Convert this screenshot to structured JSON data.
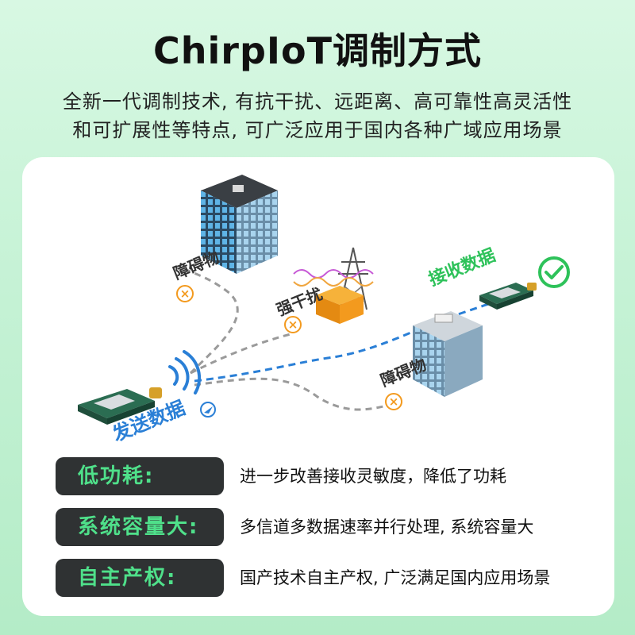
{
  "header": {
    "title": "ChirpIoT调制方式",
    "subtitle_line1": "全新一代调制技术, 有抗干扰、远距离、高可靠性高灵活性",
    "subtitle_line2": "和可扩展性等特点, 可广泛应用于国内各种广域应用场景"
  },
  "diagram": {
    "obstacle_top_label": "障碍物",
    "interference_label": "强干扰",
    "receive_label": "接收数据",
    "obstacle_right_label": "障碍物",
    "send_label": "发送数据",
    "block_mark": "×",
    "colors": {
      "green": "#2ec25a",
      "blue": "#2a7fd6",
      "orange": "#f39a1e"
    }
  },
  "features": [
    {
      "label": "低功耗:",
      "desc": "进一步改善接收灵敏度，降低了功耗"
    },
    {
      "label": "系统容量大:",
      "desc": "多信道多数据速率并行处理, 系统容量大"
    },
    {
      "label": "自主产权:",
      "desc": "国产技术自主产权, 广泛满足国内应用场景"
    }
  ]
}
